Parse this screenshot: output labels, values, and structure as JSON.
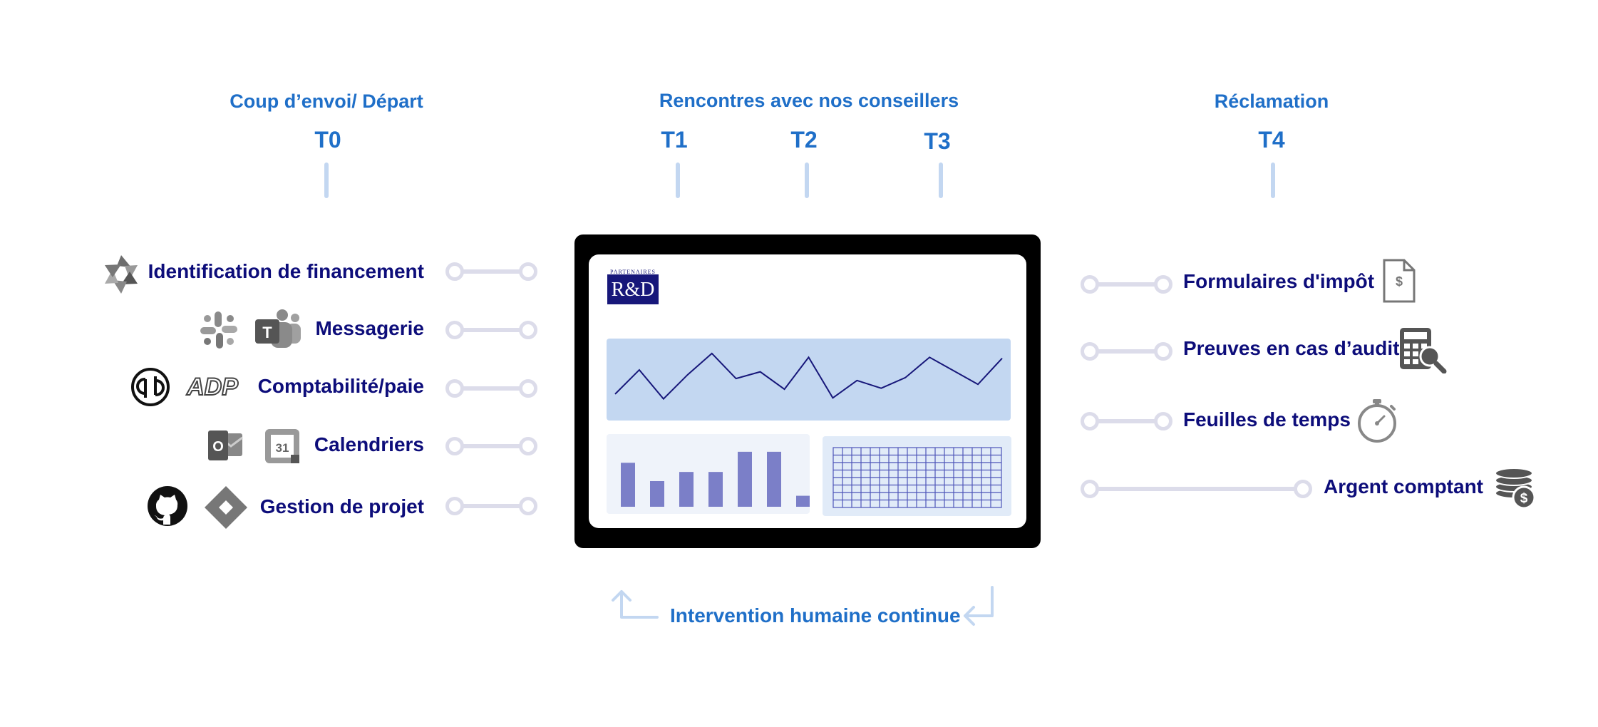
{
  "phases": {
    "start": "Coup d’envoi/ Départ",
    "meetings": "Rencontres avec nos conseillers",
    "claim": "Réclamation"
  },
  "timeline": [
    "T0",
    "T1",
    "T2",
    "T3",
    "T4"
  ],
  "inputs": [
    {
      "label": "Identification de financement",
      "icons": [
        "aperture-icon"
      ]
    },
    {
      "label": "Messagerie",
      "icons": [
        "slack-icon",
        "teams-icon"
      ]
    },
    {
      "label": "Comptabilité/paie",
      "icons": [
        "quickbooks-icon",
        "adp-icon"
      ]
    },
    {
      "label": "Calendriers",
      "icons": [
        "outlook-icon",
        "google-calendar-icon"
      ]
    },
    {
      "label": "Gestion de projet",
      "icons": [
        "github-icon",
        "jira-icon"
      ]
    }
  ],
  "outputs": [
    {
      "label": "Formulaires d'impôt",
      "icon": "tax-document-icon"
    },
    {
      "label": "Preuves en cas d’audit",
      "icon": "calculator-magnifier-icon"
    },
    {
      "label": "Feuilles de temps",
      "icon": "stopwatch-icon"
    },
    {
      "label": "Argent comptant",
      "icon": "coins-dollar-icon"
    }
  ],
  "logo": {
    "top": "PARTENAIRES",
    "main": "R&D"
  },
  "human_loop": "Intervention humaine continue",
  "colors": {
    "accent": "#1f6fc8",
    "navy": "#0d0d7a",
    "tick": "#c3d7f1",
    "connector": "#dcdcea",
    "bars": "#7b7fc8"
  },
  "chart_data": [
    {
      "type": "line",
      "values": [
        20,
        45,
        15,
        40,
        62,
        36,
        43,
        25,
        58,
        16,
        34,
        26,
        37,
        58,
        44,
        30,
        57
      ]
    },
    {
      "type": "bar",
      "values": [
        48,
        28,
        38,
        38,
        60,
        60,
        12
      ]
    }
  ]
}
